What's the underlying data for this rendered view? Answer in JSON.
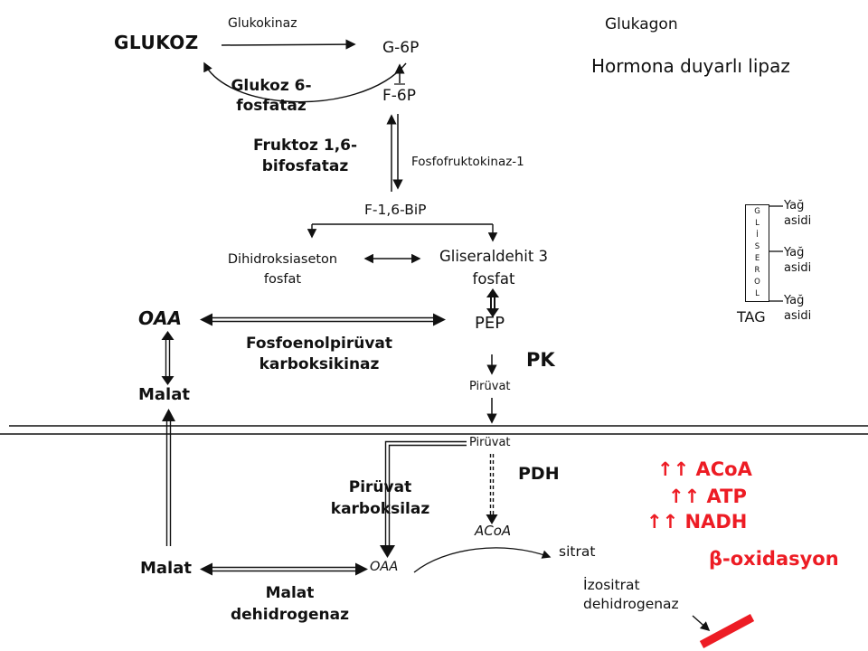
{
  "colors": {
    "accent_red": "#ed1c24",
    "ink": "#111111",
    "background": "#ffffff"
  },
  "glycolysis": {
    "glukoz": "GLUKOZ",
    "glukokinaz": "Glukokinaz",
    "g6p": "G-6P",
    "glukoz_6_fosfataz": "Glukoz 6-\nfosfataz",
    "f6p": "F-6P",
    "fruktoz_16_bifosfataz": "Fruktoz 1,6-\nbifosfataz",
    "fosfofruktokinaz_1": "Fosfofruktokinaz-1",
    "f16bip": "F-1,6-BiP",
    "dihidroksiaseton_fosfat": "Dihidroksiaseton\nfosfat",
    "gliseraldehit_3_fosfat": "Gliseraldehit 3\nfosfat",
    "pep": "PEP",
    "pk": "PK",
    "piruvat": "Pirüvat"
  },
  "gluconeogenesis": {
    "oaa": "OAA",
    "fosfoenolpiruvat_karboksikinaz": "Fosfoenolpirüvat\nkarboksikinaz",
    "malat": "Malat"
  },
  "mitochondrion": {
    "piruvat": "Pirüvat",
    "pdh": "PDH",
    "piruvat_karboksilaz": "Pirüvat\nkarboksilaz",
    "acoa": "ACoA",
    "sitrat": "sitrat",
    "oaa": "OAA",
    "malat": "Malat",
    "malat_dehidrogenaz": "Malat\ndehidrogenaz",
    "izositrat_dehidrogenaz": "İzositrat\ndehidrogenaz"
  },
  "lipolysis": {
    "glukagon": "Glukagon",
    "hormona_duyarli_lipaz": "Hormona duyarlı lipaz",
    "gliserol_letters": "G\nL\nİ\nS\nE\nR\nO\nL",
    "tag": "TAG",
    "yag_asidi": [
      "Yağ\nasidi",
      "Yağ\nasidi",
      "Yağ\nasidi"
    ]
  },
  "annotations": {
    "acoa_up": "↑↑ ACoA",
    "atp_up": "↑↑ ATP",
    "nadh_up": "↑↑ NADH",
    "beta_oxidasyon": "β-oxidasyon"
  }
}
